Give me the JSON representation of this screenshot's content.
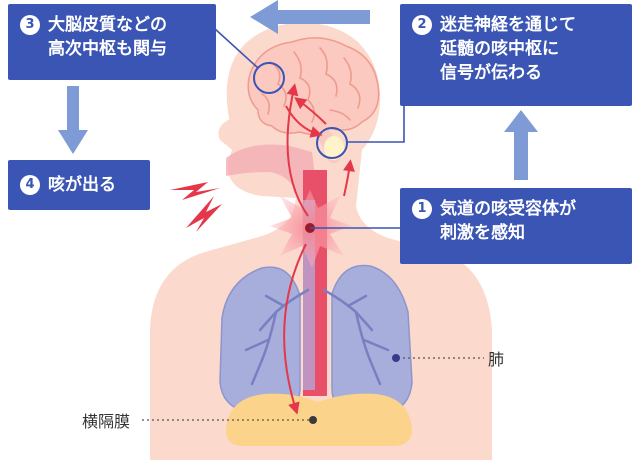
{
  "steps": [
    {
      "number": "1",
      "lines": [
        "気道の咳受容体が",
        "刺激を感知"
      ]
    },
    {
      "number": "2",
      "lines": [
        "迷走神経を通じて",
        "延髄の咳中枢に",
        "信号が伝わる"
      ]
    },
    {
      "number": "3",
      "lines": [
        "大脳皮質などの",
        "高次中枢も関与"
      ]
    },
    {
      "number": "4",
      "lines": [
        "咳が出る"
      ]
    }
  ],
  "labels": {
    "lungs": "肺",
    "diaphragm": "横隔膜"
  },
  "colors": {
    "callout_bg": "#3a55b4",
    "arrow": "#7f9bd6",
    "skin": "#fbd9cd",
    "lungs": "#a7aedb",
    "diaphragm": "#fcd38a",
    "signal_red": "#e5374a"
  }
}
